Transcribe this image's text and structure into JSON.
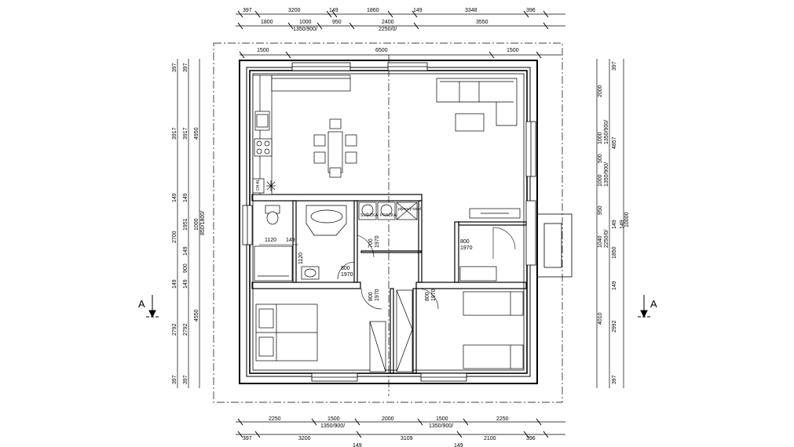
{
  "top_dims": {
    "row1": [
      "397",
      "3200",
      "149",
      "1860",
      "149",
      "3348",
      "396"
    ],
    "row2": [
      "1800",
      "1000",
      "950",
      "2400",
      "3550"
    ],
    "row2_sub": [
      "1350/900/",
      "2250/0/"
    ],
    "row3": [
      "1500",
      "6500",
      "1500"
    ]
  },
  "bottom_dims": {
    "row1": [
      "2250",
      "1500",
      "2000",
      "1500",
      "2250"
    ],
    "row1_sub": [
      "1350/900/",
      "1350/900/"
    ],
    "row2": [
      "397",
      "3200",
      "3109",
      "2100",
      "396"
    ],
    "row3": [
      "149",
      "149"
    ]
  },
  "left_dims": {
    "outer": [
      "397",
      "3917",
      "149",
      "2700",
      "149",
      "2792",
      "397"
    ],
    "mid": [
      "397",
      "3917",
      "149",
      "1951",
      "149",
      "900",
      "149",
      "2792",
      "397"
    ],
    "inner": [
      "4950",
      "1000",
      "4550"
    ],
    "inner_sub": "850/1800/"
  },
  "right_dims": {
    "outer": [
      "397",
      "4857",
      "149",
      "1850",
      "149",
      "2992",
      "397"
    ],
    "mid": [
      "2000",
      "1000",
      "500",
      "1000",
      "950",
      "1040",
      "4010"
    ],
    "mid_sub": [
      "1350/900/",
      "1350/900/",
      "2250/0/"
    ],
    "inner": [
      "10000",
      "149"
    ]
  },
  "interior_dims": {
    "w1120": "1120",
    "w149": "149",
    "h1120": "1120"
  },
  "section": {
    "left": "A",
    "right": "A"
  },
  "appliances": {
    "dryer": "SUŠIČKA",
    "washer": "PRAČKA",
    "boiler": "plynový kotel",
    "fridge": "CH.KL"
  },
  "doors": [
    {
      "w": "700",
      "h": "1970"
    },
    {
      "w": "800",
      "h": "1970"
    },
    {
      "w": "800",
      "h": "1970"
    },
    {
      "w": "800",
      "h": "1970"
    },
    {
      "w": "800",
      "h": "1970"
    }
  ]
}
